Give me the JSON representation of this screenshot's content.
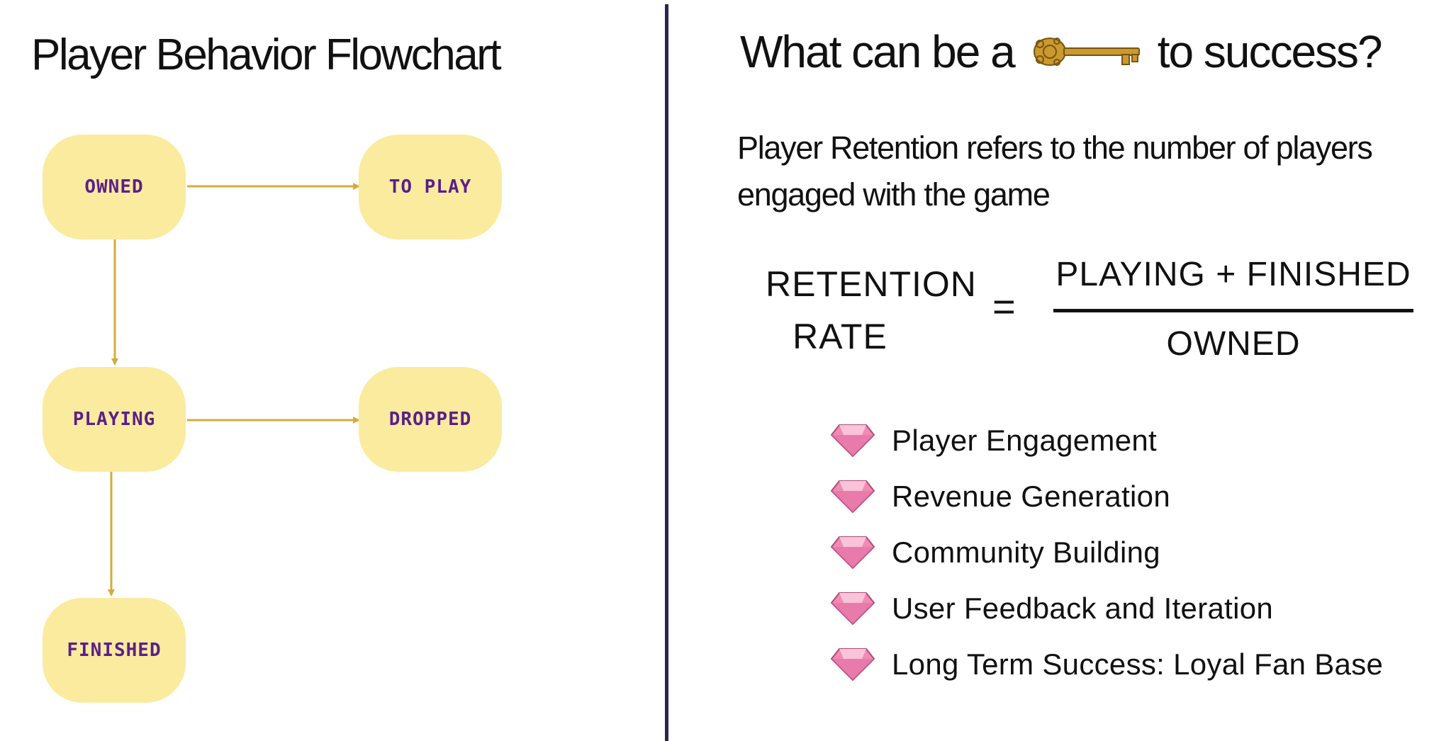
{
  "flowchart": {
    "title": "Player Behavior Flowchart",
    "nodes": {
      "owned": "OWNED",
      "to_play": "TO PLAY",
      "playing": "PLAYING",
      "dropped": "DROPPED",
      "finished": "FINISHED"
    },
    "colors": {
      "node_fill": "#fbeb9e",
      "node_text": "#5b1f8a",
      "arrow": "#d4ac3c"
    }
  },
  "right": {
    "title_before": "What can be a",
    "title_icon": "golden-key-icon",
    "title_after": "to success?",
    "intro": "Player Retention refers to the number of players engaged with the game",
    "equation": {
      "lhs_line1": "RETENTION",
      "lhs_line2": "RATE",
      "equals": "=",
      "numerator": "PLAYING + FINISHED",
      "denominator": "OWNED"
    },
    "bullet_icon": "pink-gem-icon",
    "bullets": [
      "Player Engagement",
      "Revenue Generation",
      "Community Building",
      "User Feedback and Iteration",
      "Long Term Success: Loyal Fan Base"
    ]
  }
}
